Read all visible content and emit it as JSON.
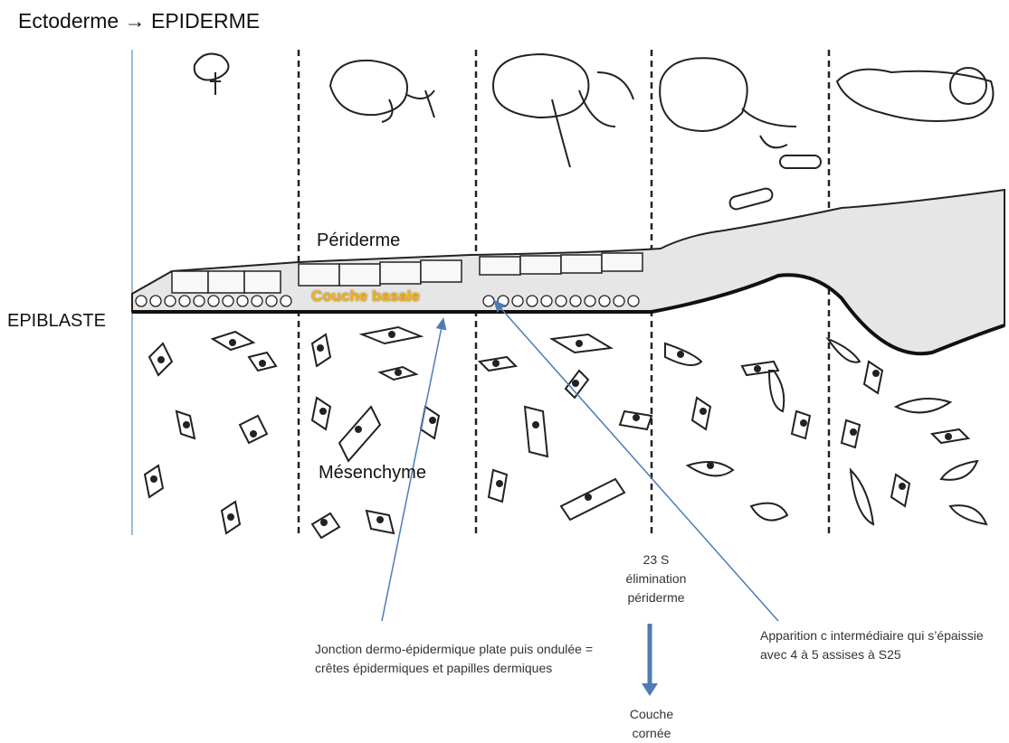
{
  "header": {
    "title": "Ectoderme → EPIDERME"
  },
  "labels": {
    "epiblaste": "EPIBLASTE",
    "periderme": "Périderme",
    "couche_basale": "Couche basale",
    "mesenchyme": "Mésenchyme"
  },
  "annotations": {
    "week23": "23 S",
    "elimination": "élimination",
    "periderme_low": "périderme",
    "jonction": "Jonction dermo-épidermique plate puis ondulée = crêtes épidermiques et papilles dermiques",
    "apparition": "Apparition c intermédiaire qui s’épaissie avec 4 à 5 assises à S25",
    "couche": "Couche",
    "cornee": "cornée"
  },
  "colors": {
    "arrow": "#4f7bb5",
    "basale_text": "#f2b21b",
    "line": "#222222"
  }
}
